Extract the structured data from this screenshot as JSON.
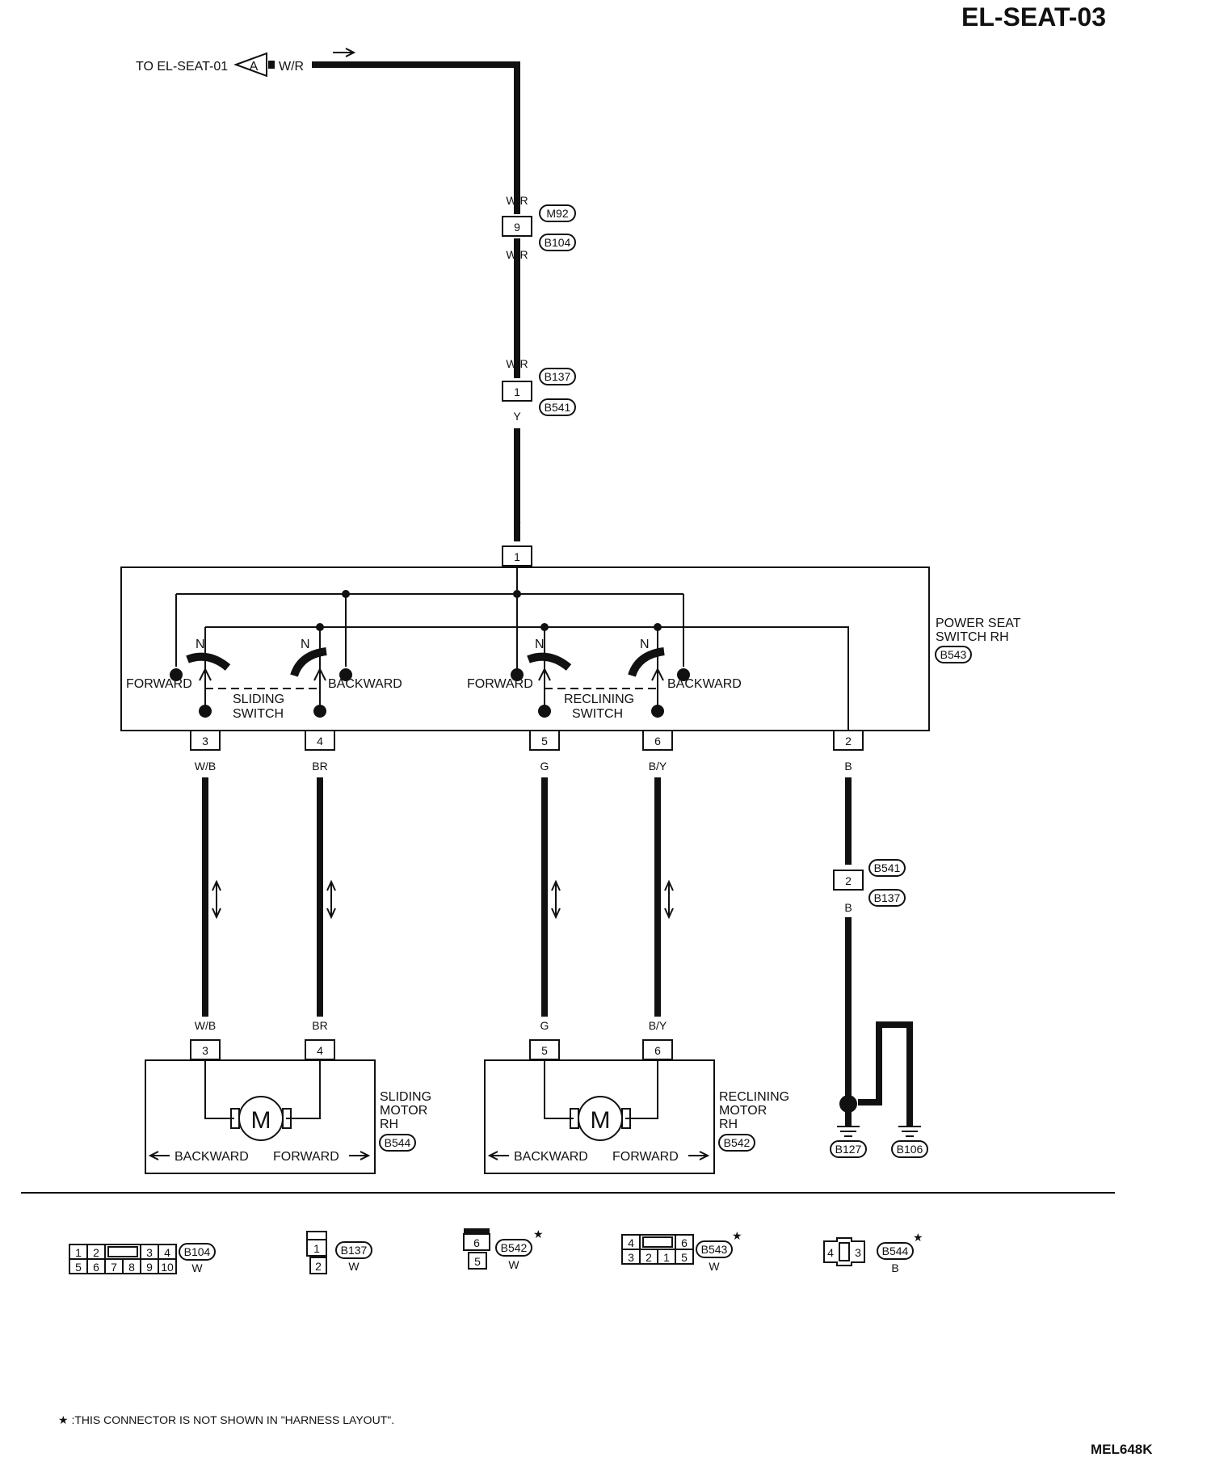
{
  "page_id": "EL-SEAT-03",
  "figure_code": "MEL648K",
  "footnote": "★ :THIS CONNECTOR IS NOT SHOWN IN \"HARNESS LAYOUT\".",
  "source_ref": {
    "text": "TO EL-SEAT-01",
    "letter": "A",
    "wire": "W/R"
  },
  "colors": {
    "ink": "#111111",
    "paper": "#ffffff"
  },
  "wire_labels": {
    "wr": "W/R",
    "y": "Y",
    "wb": "W/B",
    "br": "BR",
    "g": "G",
    "by": "B/Y",
    "b": "B"
  },
  "pins": {
    "p1": "1",
    "p2": "2",
    "p3": "3",
    "p4": "4",
    "p5": "5",
    "p6": "6",
    "p9": "9"
  },
  "connectors": {
    "m92": "M92",
    "b104": "B104",
    "b137": "B137",
    "b541": "B541",
    "b542": "B542",
    "b543": "B543",
    "b544": "B544",
    "b127": "B127",
    "b106": "B106"
  },
  "switch": {
    "name_line1": "POWER SEAT",
    "name_line2": "SWITCH RH",
    "forward": "FORWARD",
    "backward": "BACKWARD",
    "neutral": "N",
    "sliding_line1": "SLIDING",
    "sliding_line2": "SWITCH",
    "reclining_line1": "RECLINING",
    "reclining_line2": "SWITCH"
  },
  "motors": {
    "symbol": "M",
    "backward": "BACKWARD",
    "forward": "FORWARD",
    "sliding": [
      "SLIDING",
      "MOTOR",
      "RH"
    ],
    "reclining": [
      "RECLINING",
      "MOTOR",
      "RH"
    ]
  },
  "connector_faces": [
    {
      "id": "B104",
      "color": "W",
      "top": [
        "1",
        "2",
        "",
        "3",
        "4"
      ],
      "bottom": [
        "5",
        "6",
        "7",
        "8",
        "9",
        "10"
      ],
      "star": ""
    },
    {
      "id": "B137",
      "color": "W",
      "top": [
        "1"
      ],
      "bottom": [
        "2"
      ],
      "star": ""
    },
    {
      "id": "B542",
      "color": "W",
      "top": [
        "6"
      ],
      "bottom": [
        "5"
      ],
      "star": "★"
    },
    {
      "id": "B543",
      "color": "W",
      "top": [
        "4",
        "",
        "6"
      ],
      "bottom": [
        "3",
        "2",
        "1",
        "5"
      ],
      "star": "★"
    },
    {
      "id": "B544",
      "color": "B",
      "top": [
        "4",
        "",
        "3"
      ],
      "bottom": [],
      "star": "★"
    }
  ]
}
